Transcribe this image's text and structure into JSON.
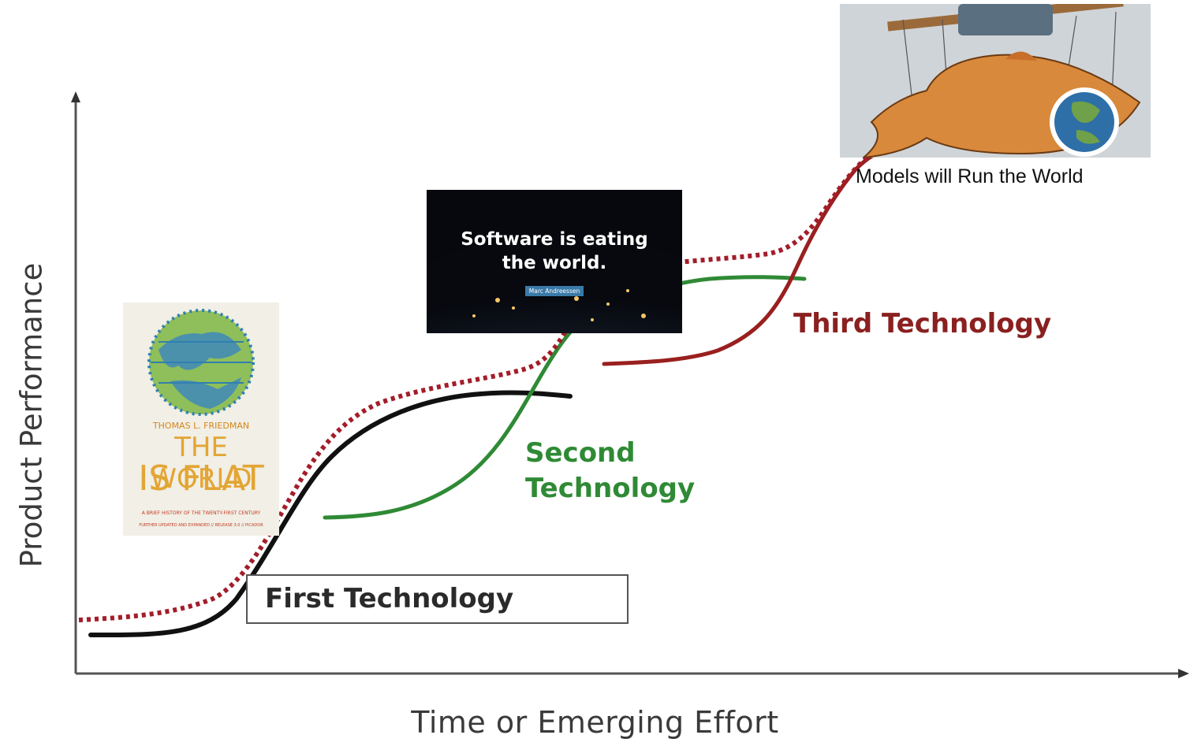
{
  "axes": {
    "xlabel": "Time or Emerging Effort",
    "ylabel": "Product Performance"
  },
  "curves": [
    {
      "name": "First Technology",
      "color": "#111111",
      "style": "solid"
    },
    {
      "name": "Second Technology",
      "color": "#2f8a35",
      "style": "solid"
    },
    {
      "name": "Third Technology",
      "color": "#9a1f1f",
      "style": "solid"
    },
    {
      "name": "",
      "color": "#a31d2a",
      "style": "dotted"
    }
  ],
  "labels": {
    "first": "First Technology",
    "second_line1": "Second",
    "second_line2": "Technology",
    "third": "Third Technology"
  },
  "book_cover": {
    "author": "THOMAS L. FRIEDMAN",
    "title_line1": "THE WORLD",
    "title_line2": "IS FLAT",
    "subtitle": "A BRIEF HISTORY OF THE TWENTY-FIRST CENTURY",
    "footer": "FURTHER UPDATED AND EXPANDED // RELEASE 3.0 // PICADOR",
    "color_accent": "#e3a534"
  },
  "software_image": {
    "quote_line1": "Software is eating",
    "quote_line2": "the world.",
    "author": "Marc Andreessen"
  },
  "models_image": {
    "caption": "Models will Run the World",
    "icon": "fish-eating-globe-icon"
  }
}
